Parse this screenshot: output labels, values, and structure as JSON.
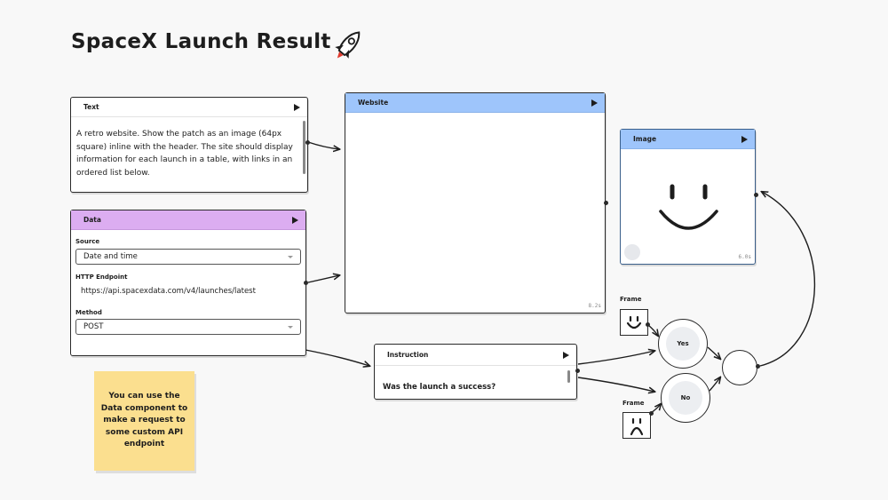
{
  "title": "SpaceX Launch Result",
  "icons": {
    "title_icon": "rocket-icon",
    "run": "play-icon",
    "dropdown": "chevron-down-icon",
    "smiley": "smiley-face-icon",
    "happy": "happy-face-icon",
    "sad": "sad-face-icon"
  },
  "text_node": {
    "label": "Text",
    "content": "A retro website. Show the patch as an image (64px square) inline with the header. The site should display information for each launch in a table, with links in an ordered list below."
  },
  "data_node": {
    "label": "Data",
    "source_label": "Source",
    "source_value": "Date and time",
    "endpoint_label": "HTTP Endpoint",
    "endpoint_value": "https://api.spacexdata.com/v4/launches/latest",
    "method_label": "Method",
    "method_value": "POST"
  },
  "website_node": {
    "label": "Website",
    "timing": "8.2s"
  },
  "image_node": {
    "label": "Image",
    "timing": "6.0s"
  },
  "instruction_node": {
    "label": "Instruction",
    "content": "Was the launch a success?"
  },
  "sticky_note": "You can use the Data component to make a request to some custom API endpoint",
  "frame_yes": {
    "label": "Frame"
  },
  "frame_no": {
    "label": "Frame"
  },
  "branch_yes": "Yes",
  "branch_no": "No",
  "colors": {
    "website_header": "#9ec5fb",
    "image_header": "#9ec5fb",
    "data_header": "#dcadf1",
    "sticky": "#fbdf8f",
    "background": "#f8f8f8"
  }
}
